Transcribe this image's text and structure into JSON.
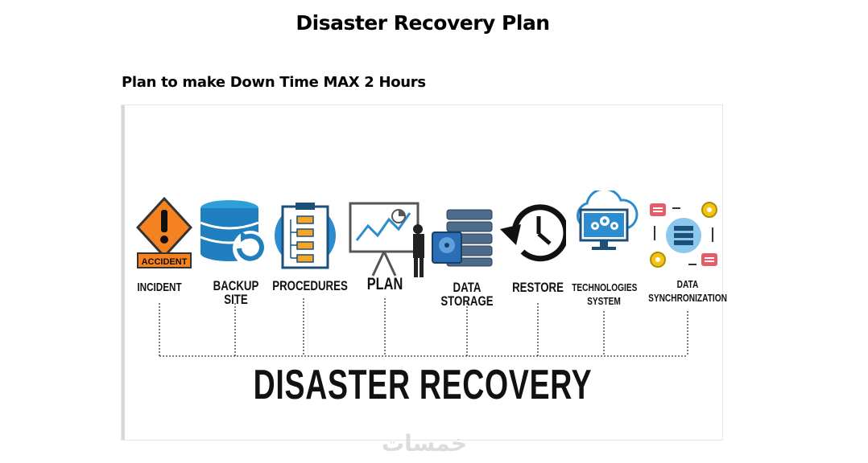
{
  "page": {
    "title": "Disaster Recovery Plan",
    "subtitle": "Plan to make Down Time MAX 2 Hours"
  },
  "diagram": {
    "heading": "DISASTER RECOVERY",
    "accident_sign_text": "ACCIDENT",
    "items": [
      {
        "label": "INCIDENT",
        "icon": "warning-sign-icon"
      },
      {
        "label": "BACKUP SITE",
        "icon": "database-backup-icon"
      },
      {
        "label": "PROCEDURES",
        "icon": "clipboard-flowchart-icon"
      },
      {
        "label": "PLAN",
        "icon": "presentation-board-icon"
      },
      {
        "label": "DATA STORAGE",
        "icon": "server-storage-icon"
      },
      {
        "label": "RESTORE",
        "icon": "clock-restore-icon"
      },
      {
        "label": "TECHNOLOGIES\nSYSTEM",
        "icon": "cloud-monitor-gears-icon"
      },
      {
        "label": "DATA\nSYNCHRONIZATION",
        "icon": "sync-server-icon"
      }
    ]
  },
  "watermark": "خمسات"
}
